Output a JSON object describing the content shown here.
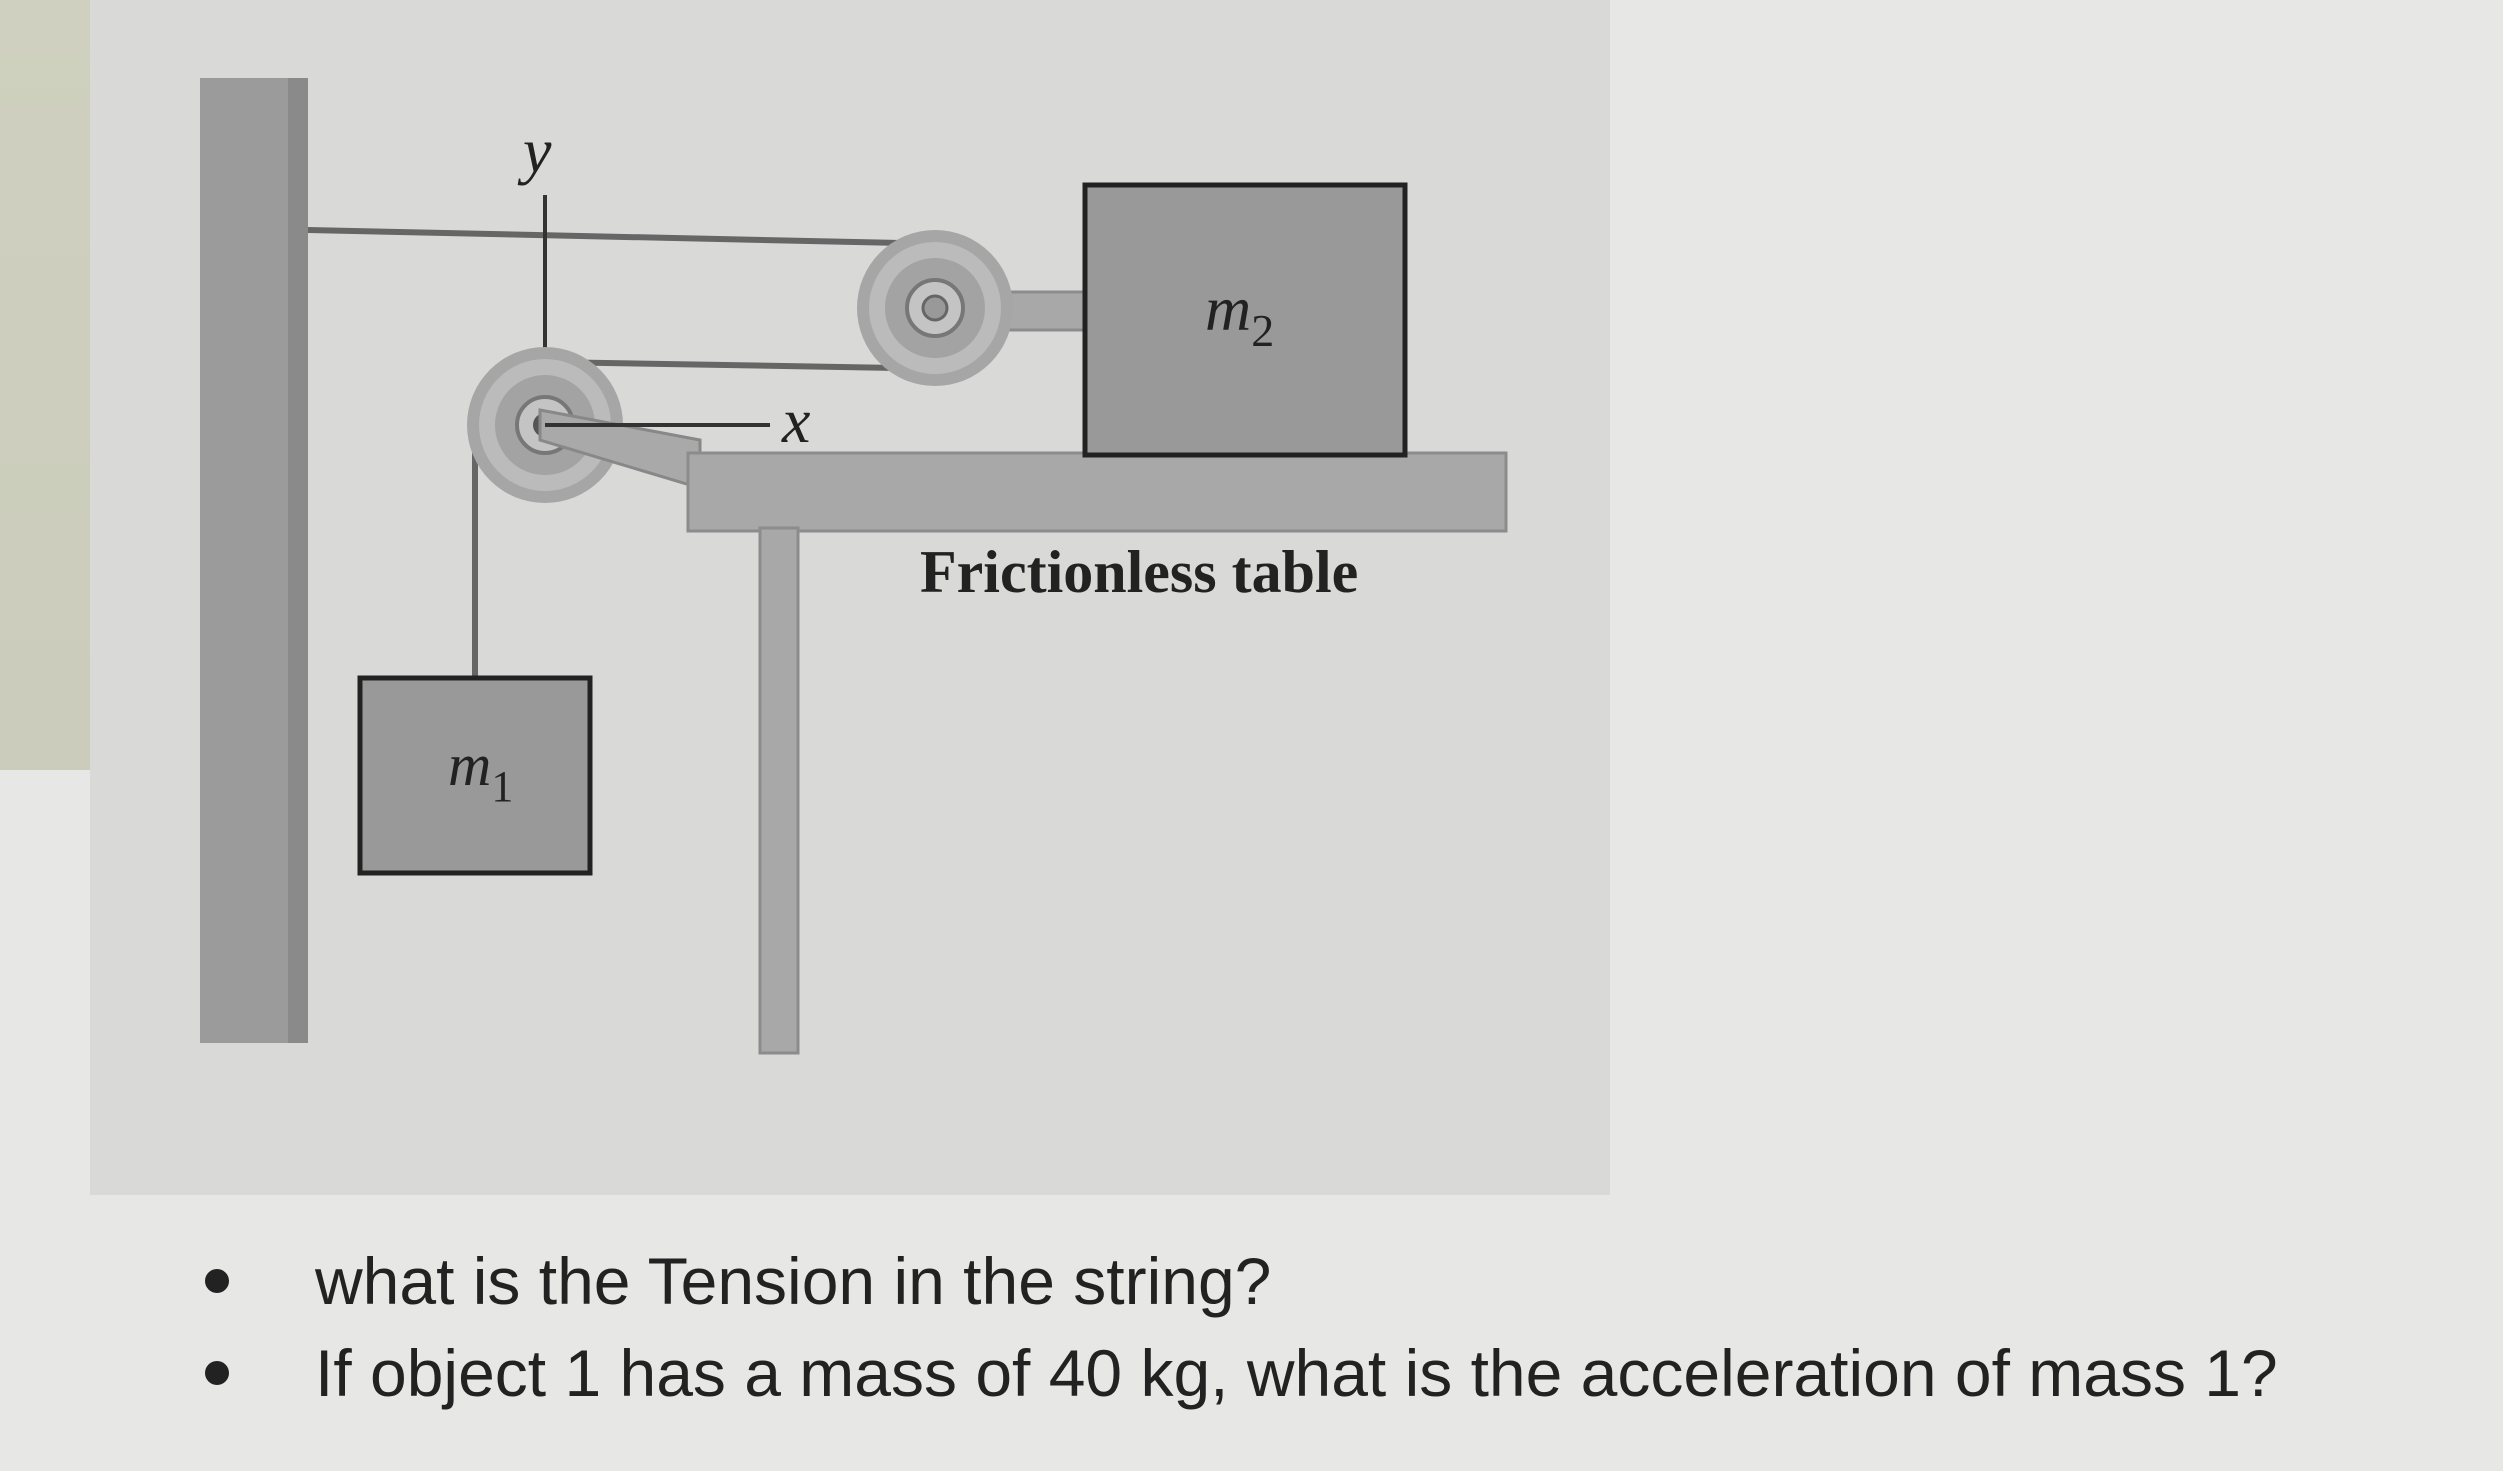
{
  "diagram": {
    "axis_labels": {
      "y": "y",
      "x": "x"
    },
    "mass_labels": {
      "m1": "m",
      "m1_subscript": "1",
      "m2": "m",
      "m2_subscript": "2"
    },
    "table_label": "Frictionless table",
    "colors": {
      "block_fill": "#999999",
      "table_fill": "#a8a8a8",
      "wall_fill": "#9b9b9b",
      "pulley_outer": "#b3b3b3",
      "string": "#555555"
    }
  },
  "questions": [
    {
      "text": "what is the Tension in the string?"
    },
    {
      "text": "If object 1 has a mass of 40 kg, what is the acceleration of mass 1?"
    }
  ]
}
